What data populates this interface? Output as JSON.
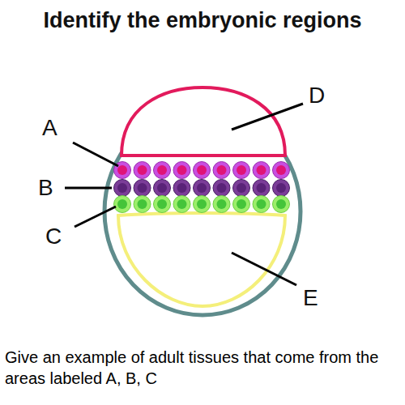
{
  "diagram": {
    "title": "Identify the embryonic regions",
    "caption": "Give an example of adult tissues that come from the areas labeled A, B, C",
    "labels": [
      "D",
      "A",
      "B",
      "C",
      "E"
    ]
  }
}
